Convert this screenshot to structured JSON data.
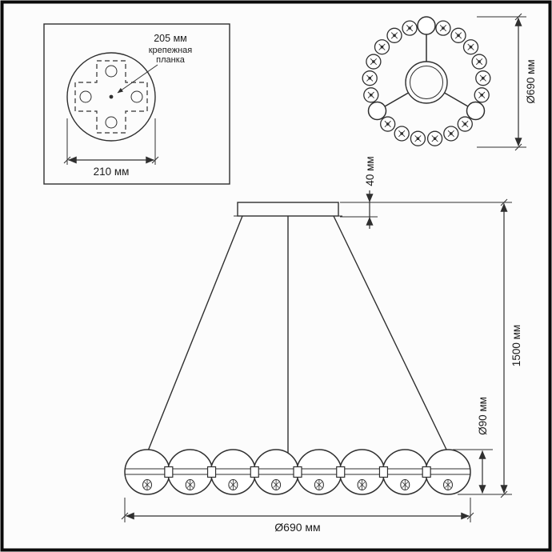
{
  "colors": {
    "line": "#2f2f2f",
    "frame": "#0b0b0b",
    "background": "#fcfcfc"
  },
  "detail_box": {
    "dim_205": "205 мм",
    "plate_label_line1": "крепежная",
    "plate_label_line2": "планка",
    "dim_210": "210 мм"
  },
  "top_view": {
    "dim_diameter": "Ø690 мм"
  },
  "front_view": {
    "dim_canopy_height": "40 мм",
    "dim_total_height": "1500 мм",
    "dim_ball_diameter": "Ø90 мм",
    "dim_width": "Ø690 мм"
  }
}
